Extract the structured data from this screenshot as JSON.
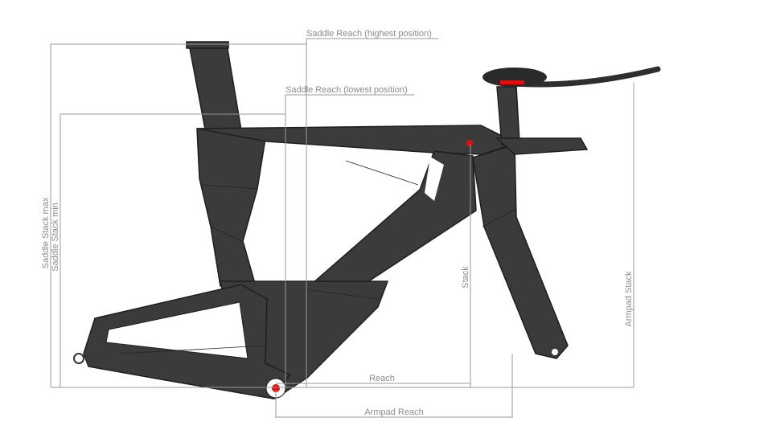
{
  "labels": {
    "saddle_reach_highest": "Saddle Reach (highest position)",
    "saddle_reach_lowest": "Saddle Reach (lowest position)",
    "saddle_stack_max": "Saddle Stack max",
    "saddle_stack_min": "Saddle Stack min",
    "stack": "Stack",
    "armpad_stack": "Armpad Stack",
    "reach": "Reach",
    "armpad_reach": "Armpad Reach"
  },
  "colors": {
    "frame": "#3b3b3b",
    "accent": "#e01010",
    "dimension": "#9a9a9a"
  }
}
